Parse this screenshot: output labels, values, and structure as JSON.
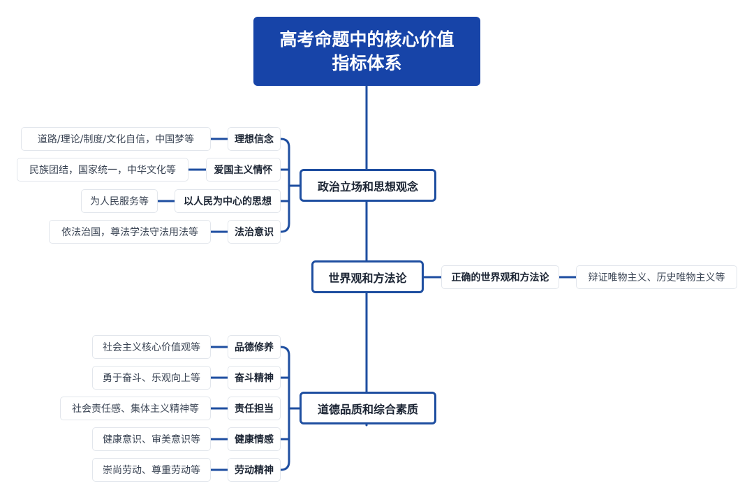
{
  "colors": {
    "root_bg": "#1744a8",
    "line": "#1e4ea0"
  },
  "root": {
    "line1": "高考命题中的核心价值",
    "line2": "指标体系"
  },
  "branches": [
    {
      "label": "政治立场和思想观念",
      "children": [
        {
          "label": "理想信念",
          "detail": "道路/理论/制度/文化自信，中国梦等"
        },
        {
          "label": "爱国主义情怀",
          "detail": "民族团结，国家统一，中华文化等"
        },
        {
          "label": "以人民为中心的思想",
          "detail": "为人民服务等"
        },
        {
          "label": "法治意识",
          "detail": "依法治国，尊法学法守法用法等"
        }
      ]
    },
    {
      "label": "世界观和方法论",
      "children": [
        {
          "label": "正确的世界观和方法论",
          "detail": "辩证唯物主义、历史唯物主义等"
        }
      ]
    },
    {
      "label": "道德品质和综合素质",
      "children": [
        {
          "label": "品德修养",
          "detail": "社会主义核心价值观等"
        },
        {
          "label": "奋斗精神",
          "detail": "勇于奋斗、乐观向上等"
        },
        {
          "label": "责任担当",
          "detail": "社会责任感、集体主义精神等"
        },
        {
          "label": "健康情感",
          "detail": "健康意识、审美意识等"
        },
        {
          "label": "劳动精神",
          "detail": "崇尚劳动、尊重劳动等"
        }
      ]
    }
  ]
}
